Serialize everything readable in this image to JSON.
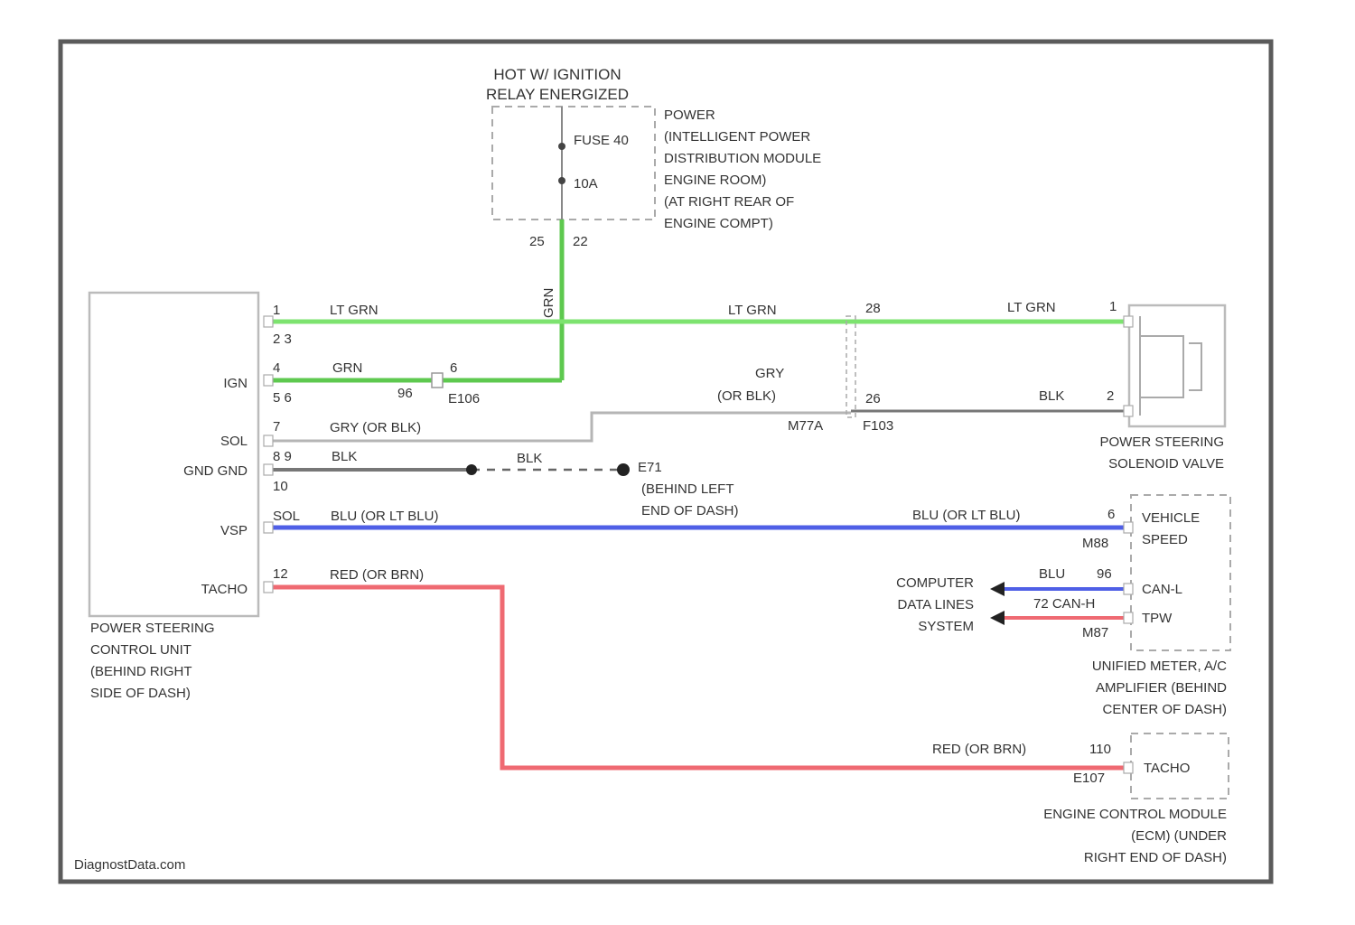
{
  "diagram": {
    "watermark": "DiagnostData.com",
    "power_header": [
      "HOT W/ IGNITION",
      "RELAY ENERGIZED"
    ],
    "fuse_label": "FUSE 40",
    "fuse_rating": "10A",
    "power_source": [
      "POWER",
      "(INTELLIGENT POWER",
      "DISTRIBUTION MODULE",
      "ENGINE ROOM)",
      "(AT RIGHT REAR OF",
      "ENGINE COMPT)"
    ],
    "ipdm_pins": [
      "25",
      "22"
    ],
    "vertical_wire_color": "GRN",
    "pscu_label": [
      "POWER STEERING",
      "CONTROL UNIT",
      "(BEHIND RIGHT",
      "SIDE OF DASH)"
    ],
    "pscu_pins": [
      "1",
      "2 3",
      "4",
      "5 6",
      "7",
      "8 9",
      "10",
      "SOL",
      "12"
    ],
    "pscu_terms": [
      "IGN",
      "SOL",
      "GND GND",
      "VSP",
      "TACHO"
    ],
    "wires": {
      "lt_grn_1": "LT GRN",
      "lt_grn_2": "LT GRN",
      "lt_grn_3": "LT GRN",
      "grn": "GRN",
      "gry": "GRY (OR BLK)",
      "gry_right": [
        "GRY",
        "(OR BLK)"
      ],
      "blk": "BLK",
      "blk2": "BLK",
      "blk_valve": "BLK",
      "blu_left": "BLU (OR LT BLU)",
      "blu_right": "BLU (OR LT BLU)",
      "red_left": "RED (OR BRN)",
      "red_right": "RED (OR BRN)",
      "blu_can": "BLU",
      "can_num": "96"
    },
    "connectors": {
      "c1_pin": "6",
      "c1_pin2": "96",
      "e106": "E106",
      "m77a_top": "28",
      "m77a_bot": "26",
      "m77a": "M77A",
      "f103": "F103",
      "e_pin": "E7"
    },
    "ground": [
      "E71",
      "(BEHIND LEFT",
      "END OF DASH)"
    ],
    "valve_label": [
      "POWER STEERING",
      "SOLENOID VALVE"
    ],
    "valve_pins": [
      "1",
      "2"
    ],
    "meter_pins": [
      "6",
      "M88",
      "M87"
    ],
    "meter_terms": [
      "VEHICLE",
      "SPEED",
      "CAN-L",
      "TPW"
    ],
    "can_h": "72 CAN-H",
    "computer_data": [
      "COMPUTER",
      "DATA LINES",
      "SYSTEM"
    ],
    "meter_label": [
      "UNIFIED METER, A/C",
      "AMPLIFIER (BEHIND",
      "CENTER OF DASH)"
    ],
    "ecm_pins": [
      "110",
      "E107"
    ],
    "ecm_term": "TACHO",
    "ecm_label": [
      "ENGINE CONTROL MODULE",
      "(ECM) (UNDER",
      "RIGHT END OF DASH)"
    ],
    "colors": {
      "lt_grn": "#7de36f",
      "grn": "#5ec94f",
      "gry": "#b5b5b5",
      "blk": "#777777",
      "blu": "#4f5fe6",
      "red": "#ef6a72",
      "frame": "#5b5b5b"
    }
  }
}
